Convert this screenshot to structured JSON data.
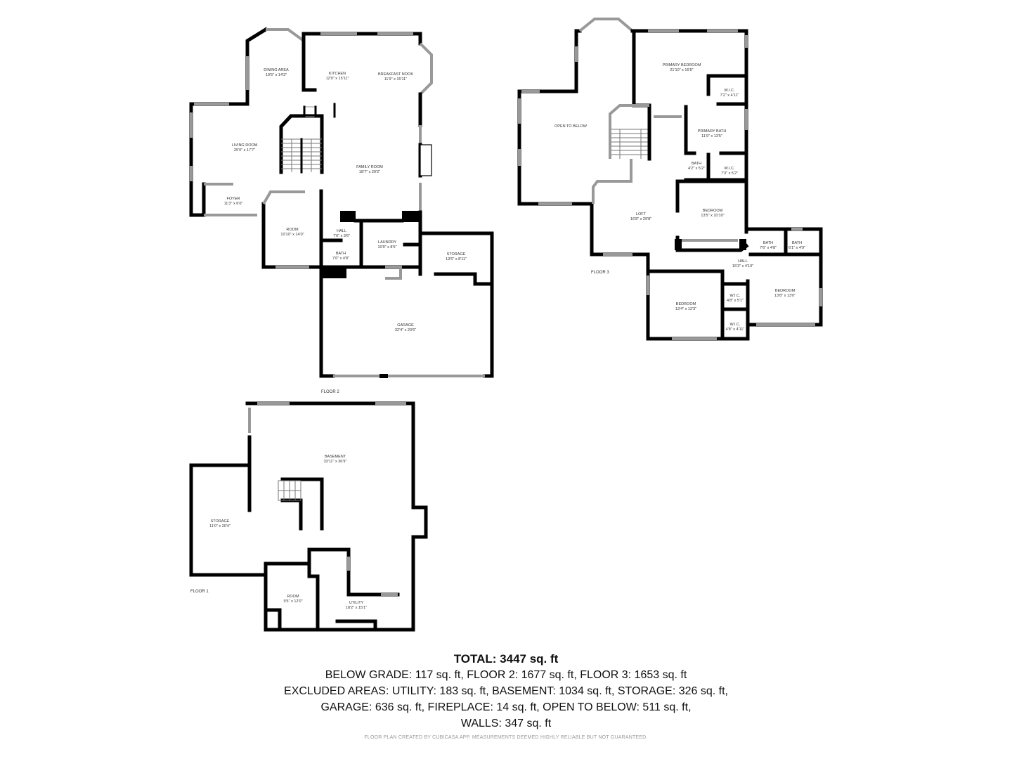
{
  "floors": {
    "floor2": {
      "label": "FLOOR 2",
      "rooms": [
        {
          "name": "DINING AREA",
          "dims": "10'5\" x 14'3\""
        },
        {
          "name": "KITCHEN",
          "dims": "12'0\" x 15'11\""
        },
        {
          "name": "BREAKFAST NOOK",
          "dims": "11'9\" x 15'11\""
        },
        {
          "name": "LIVING ROOM",
          "dims": "25'0\" x 17'7\""
        },
        {
          "name": "FAMILY ROOM",
          "dims": "18'7\" x 20'2\""
        },
        {
          "name": "FOYER",
          "dims": "11'3\" x 6'0\""
        },
        {
          "name": "ROOM",
          "dims": "10'10\" x 14'0\""
        },
        {
          "name": "HALL",
          "dims": "7'6\" x 3'6\""
        },
        {
          "name": "LAUNDRY",
          "dims": "10'9\" x 8'5\""
        },
        {
          "name": "BATH",
          "dims": "7'6\" x 4'8\""
        },
        {
          "name": "STORAGE",
          "dims": "13'6\" x 8'11\""
        },
        {
          "name": "GARAGE",
          "dims": "32'4\" x 20'6\""
        }
      ]
    },
    "floor3": {
      "label": "FLOOR 3",
      "rooms": [
        {
          "name": "OPEN TO BELOW",
          "dims": ""
        },
        {
          "name": "PRIMARY BEDROOM",
          "dims": "21'10\" x 16'5\""
        },
        {
          "name": "W.I.C.",
          "dims": "7'2\" x 4'11\""
        },
        {
          "name": "PRIMARY BATH",
          "dims": "11'9\" x 13'5\""
        },
        {
          "name": "BATH",
          "dims": "4'2\" x 5'2\""
        },
        {
          "name": "W.I.C.",
          "dims": "7'3\" x 5'2\""
        },
        {
          "name": "BEDROOM",
          "dims": "13'5\" x 10'10\""
        },
        {
          "name": "LOFT",
          "dims": "16'8\" x 29'8\""
        },
        {
          "name": "BATH",
          "dims": "7'6\" x 4'8\""
        },
        {
          "name": "BATH",
          "dims": "6'1\" x 4'9\""
        },
        {
          "name": "HALL",
          "dims": "15'3\" x 4'10\""
        },
        {
          "name": "BEDROOM",
          "dims": "13'8\" x 13'0\""
        },
        {
          "name": "W.I.C.",
          "dims": "4'8\" x 5'1\""
        },
        {
          "name": "BEDROOM",
          "dims": "13'4\" x 12'3\""
        },
        {
          "name": "W.I.C.",
          "dims": "4'8\" x 4'11\""
        }
      ]
    },
    "floor1": {
      "label": "FLOOR 1",
      "rooms": [
        {
          "name": "BASEMENT",
          "dims": "33'11\" x 36'9\""
        },
        {
          "name": "STORAGE",
          "dims": "11'0\" x 20'4\""
        },
        {
          "name": "ROOM",
          "dims": "9'5\" x 12'0\""
        },
        {
          "name": "UTILITY",
          "dims": "18'2\" x 15'1\""
        }
      ]
    }
  },
  "summary": {
    "total": "TOTAL: 3447 sq. ft",
    "line1": "BELOW GRADE: 117 sq. ft, FLOOR 2: 1677 sq. ft, FLOOR 3: 1653 sq. ft",
    "line2": "EXCLUDED AREAS: UTILITY: 183 sq. ft, BASEMENT: 1034 sq. ft, STORAGE: 326 sq. ft,",
    "line3": "GARAGE: 636 sq. ft, FIREPLACE: 14 sq. ft, OPEN TO BELOW: 511 sq. ft,",
    "line4": "WALLS: 347 sq. ft"
  },
  "footer": "FLOOR PLAN CREATED BY CUBICASA APP. MEASUREMENTS DEEMED HIGHLY RELIABLE BUT NOT GUARANTEED."
}
